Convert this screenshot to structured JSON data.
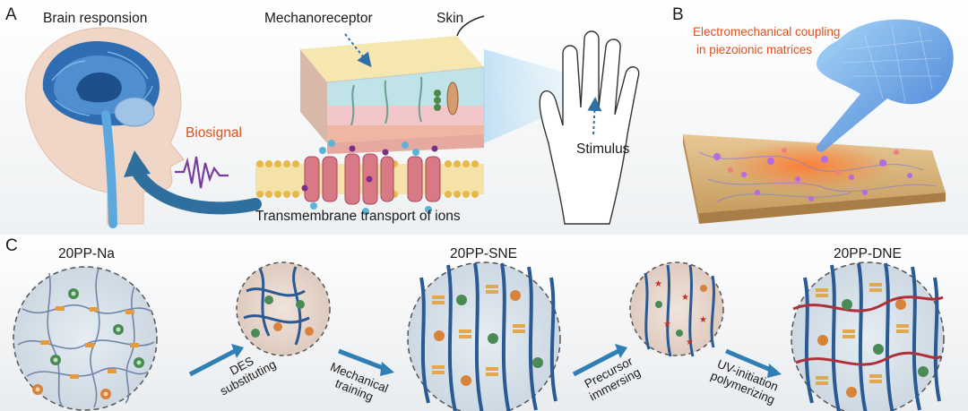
{
  "panel_a": {
    "letter": "A",
    "brain_label": "Brain responsion",
    "mechanoreceptor_label": "Mechanoreceptor",
    "skin_label": "Skin",
    "biosignal_label": "Biosignal",
    "stimulus_label": "Stimulus",
    "transport_label": "Transmembrane transport of ions"
  },
  "panel_b": {
    "letter": "B",
    "caption_line1": "Electromechanical coupling",
    "caption_line2": "in piezoionic matrices"
  },
  "panel_c": {
    "letter": "C",
    "stage1": "20PP-Na",
    "stage3": "20PP-SNE",
    "stage5": "20PP-DNE",
    "step1_line1": "DES",
    "step1_line2": "substituting",
    "step2_line1": "Mechanical",
    "step2_line2": "training",
    "step3_line1": "Precursor",
    "step3_line2": "immersing",
    "step4_line1": "UV-initiation",
    "step4_line2": "polymerizing"
  },
  "colors": {
    "accent_orange": "#e0501f",
    "arrow_blue": "#2f7fb5",
    "fiber_blue": "#3a6ea8",
    "network_red": "#b0303a"
  }
}
